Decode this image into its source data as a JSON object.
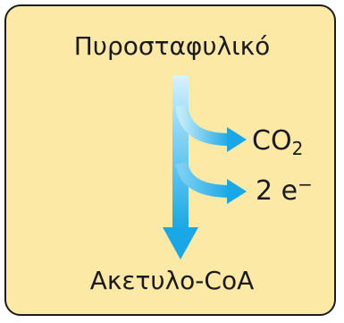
{
  "diagram": {
    "reactant": "Πυροσταφυλικό",
    "product": "Ακετυλο-CoA",
    "byproduct_co2": {
      "base": "CO",
      "sub": "2"
    },
    "byproduct_electrons": {
      "base": "2 e",
      "sup": "−"
    }
  },
  "colors": {
    "panel_fill": "#fde9a6",
    "panel_border": "#1c1c1c",
    "arrow_light": "#d4f1fb",
    "arrow_dark": "#1aa7e6",
    "text": "#1a1a1a"
  }
}
